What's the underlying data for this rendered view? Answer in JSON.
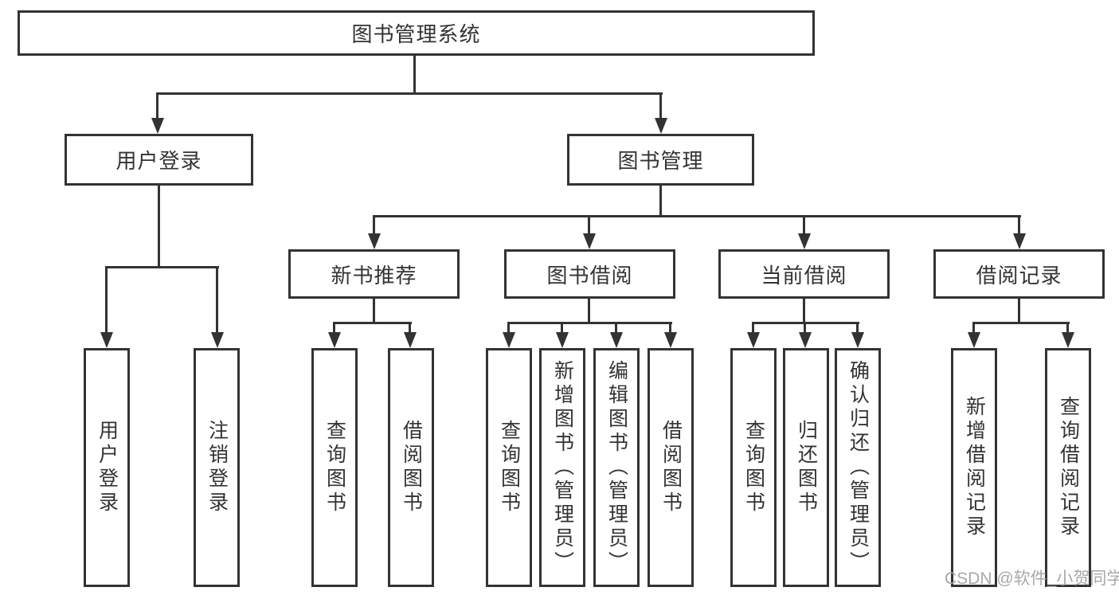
{
  "diagram": {
    "root": "图书管理系统",
    "level2": [
      "用户登录",
      "图书管理"
    ],
    "level3": [
      "新书推荐",
      "图书借阅",
      "当前借阅",
      "借阅记录"
    ],
    "leaves": {
      "login": [
        "用户登录",
        "注销登录"
      ],
      "new_rec": [
        "查询图书",
        "借阅图书"
      ],
      "book_borrow": [
        "查询图书",
        "新增图书（管理员）",
        "编辑图书（管理员）",
        "借阅图书"
      ],
      "current": [
        "查询图书",
        "归还图书",
        "确认归还（管理员）"
      ],
      "records": [
        "新增借阅记录",
        "查询借阅记录"
      ]
    }
  },
  "watermark": {
    "text": "CSDN @软件_小贺同学"
  },
  "colors": {
    "line": "#333333",
    "text": "#333333",
    "watermark": "#a8a8a8",
    "background": "#ffffff"
  }
}
